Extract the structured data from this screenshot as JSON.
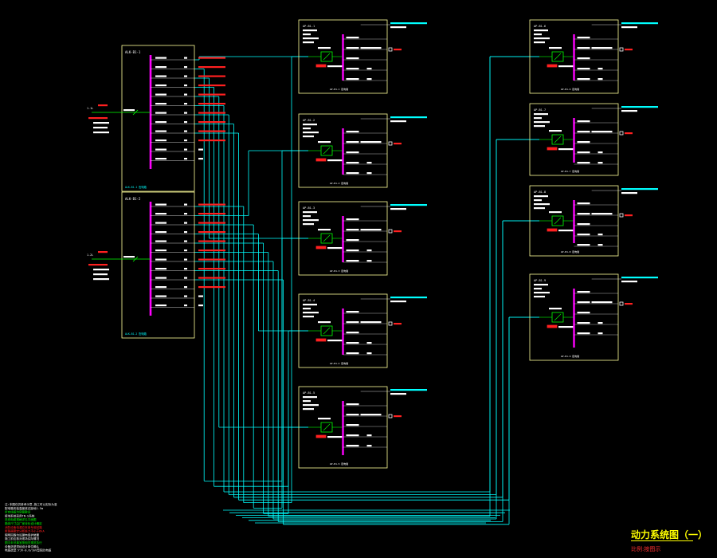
{
  "title": "动力系统图（一）",
  "subtitle": "比例:按图示",
  "colors": {
    "background": "#000000",
    "panel": "#ffff99",
    "busbar": "#ff00ff",
    "wire": "#00ffff",
    "breaker": "#00ff00",
    "label_red": "#ff2020",
    "label_white": "#ffffff",
    "label_cyan": "#00ffff",
    "label_yellow": "#ffff00"
  },
  "feeders": [
    {
      "id": "AP-B1-1",
      "label": "1-1L"
    },
    {
      "id": "AP-B1-2",
      "label": "1-2L"
    }
  ],
  "main_panels": [
    "ALK-B1-1",
    "ALK-B1-2"
  ],
  "center_panels": [
    "AP-B1-1",
    "AP-B1-2",
    "AP-B1-3",
    "AP-B1-4",
    "AP-B1-5"
  ],
  "right_panels": [
    "AP-B1-6",
    "AP-B1-7",
    "AP-B1-8",
    "AP-B1-9"
  ],
  "notes": [
    "注:本图仅供参考示意,施工时以实际为准",
    "配电箱安装高度底边距地1.5m",
    "所有线缆均穿管敷设",
    "接地系统采用TN-S系统",
    "进线电缆规格详见平面图",
    "箱体尺寸由厂家深化设计确定",
    "消防设备电源应采用专用回路",
    "断路器额定分断能力不小于6kA",
    "照明回路均设漏电保护装置",
    "施工前应核对现场实际情况",
    "图中未尽事宜按相关规范执行",
    "设备选型须经设计单位确认",
    "电缆选型:YJV-0.6/1kV型铜芯电缆"
  ]
}
